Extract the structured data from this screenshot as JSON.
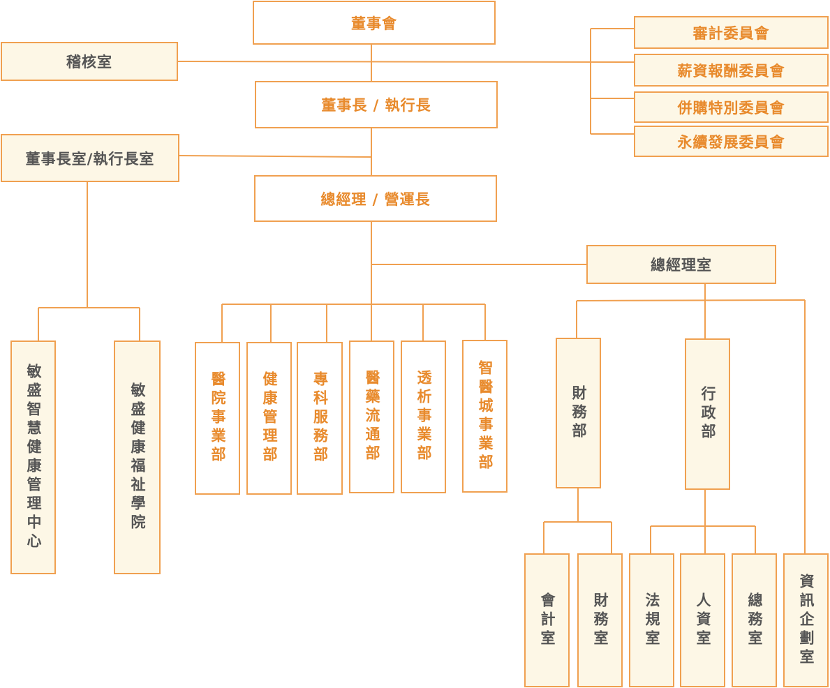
{
  "colors": {
    "line": "#f0a050",
    "orange_text": "#e88a2c",
    "gray_text": "#555555",
    "cream_fill": "#fdf7e6"
  },
  "board": "董事會",
  "audit_office": "稽核室",
  "committees": [
    "審計委員會",
    "薪資報酬委員會",
    "併購特別委員會",
    "永續發展委員會"
  ],
  "chairman_ceo": "董事長 / 執行長",
  "chairman_office": "董事長室/執行長室",
  "gm_coo": "總經理 / 營運長",
  "gm_office": "總經理室",
  "affiliates": [
    "敏盛智慧健康管理中心",
    "敏盛健康福祉學院"
  ],
  "business_units": [
    "醫院事業部",
    "健康管理部",
    "專科服務部",
    "醫藥流通部",
    "透析事業部",
    "智醫城事業部"
  ],
  "finance_dept": "財務部",
  "admin_dept": "行政部",
  "finance_rooms": [
    "會計室",
    "財務室"
  ],
  "admin_rooms": [
    "法規室",
    "人資室",
    "總務室"
  ],
  "it_planning": "資訊企劃室"
}
